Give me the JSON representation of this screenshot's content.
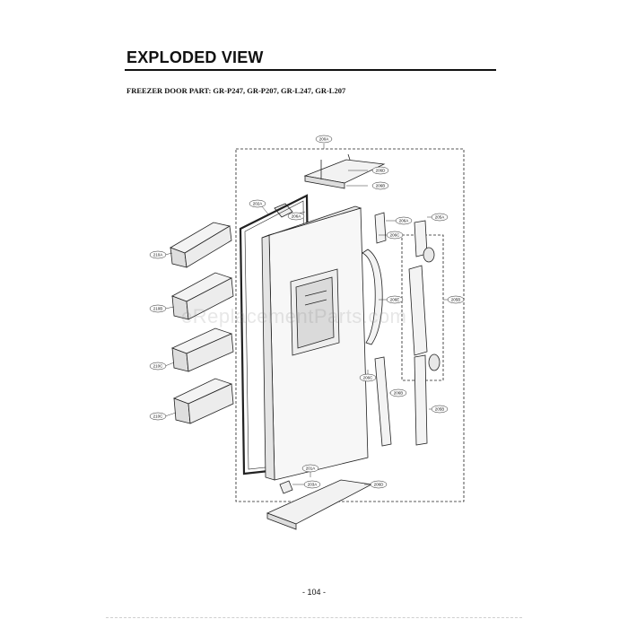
{
  "header": {
    "title": "EXPLODED VIEW",
    "subtitle": "FREEZER DOOR PART: GR-P247, GR-P207, GR-L247, GR-L207"
  },
  "watermark": "eReplacementParts.com",
  "page_number": "- 104 -",
  "callouts": {
    "top_assembly": "200A",
    "cap_top": "206D",
    "cap_b": "206B",
    "door_gasket": "202A",
    "hinge_part": "206A",
    "handle_cap_a": "206A",
    "handle_cap_b": "206C",
    "handle_right_top": "205A",
    "handle_bar": "206E",
    "handle_assembly": "205B",
    "handle_bottom_cap": "206C",
    "handle_lower_bar": "206B",
    "handle_right_lower": "205B",
    "door_frame": "201A",
    "bottom_hinge": "203A",
    "bottom_cap": "206D",
    "basket_a": "210A",
    "basket_b": "210B",
    "basket_c": "210C",
    "basket_d": "210C"
  }
}
